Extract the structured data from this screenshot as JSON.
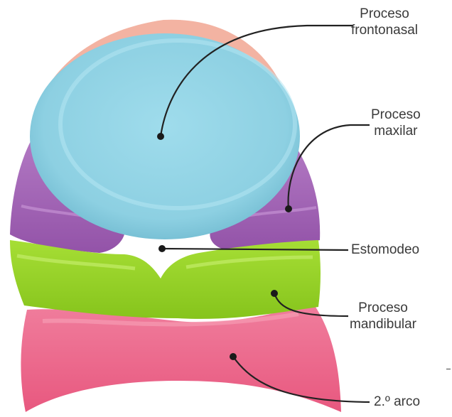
{
  "labels": {
    "frontonasal": [
      "Proceso",
      "frontonasal"
    ],
    "maxilar": [
      "Proceso",
      "maxilar"
    ],
    "estomodeo": [
      "Estomodeo"
    ],
    "mandibular": [
      "Proceso",
      "mandibular"
    ],
    "arco": [
      "2.º arco"
    ]
  },
  "colors": {
    "frontonasal_top": "#f3b3a2",
    "frontonasal": "#8ccfe0",
    "maxilar": "#a666b8",
    "mandibular": "#9ad627",
    "second_arch": "#ec6a8e",
    "leader": "#222222"
  }
}
